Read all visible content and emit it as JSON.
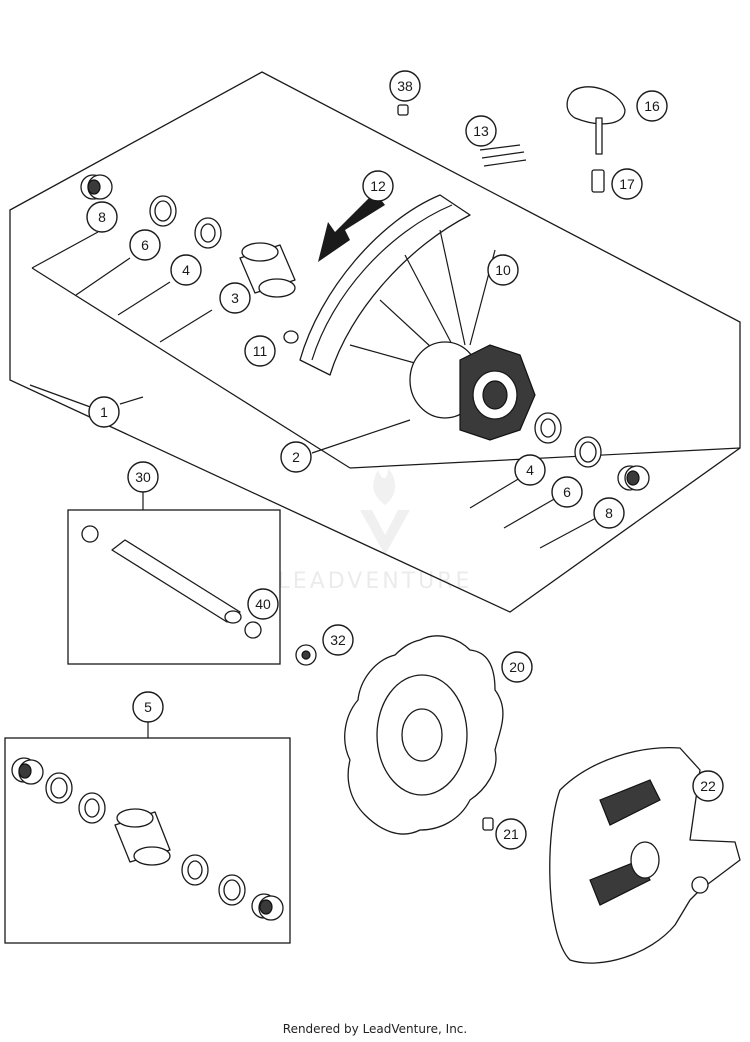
{
  "footer": "Rendered by LeadVenture, Inc.",
  "watermark": "LEADVENTURE",
  "callouts": [
    "38",
    "16",
    "13",
    "17",
    "12",
    "8",
    "6",
    "4",
    "3",
    "10",
    "11",
    "1",
    "2",
    "4",
    "6",
    "8",
    "30",
    "40",
    "32",
    "20",
    "5",
    "22",
    "21"
  ]
}
